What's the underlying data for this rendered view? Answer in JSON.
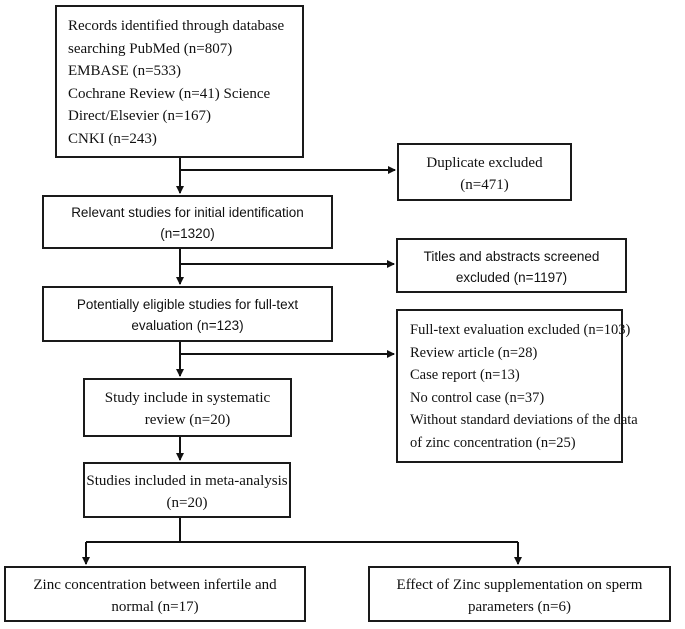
{
  "flowchart": {
    "records": {
      "lines": [
        "Records identified through database",
        "searching PubMed (n=807)",
        "EMBASE (n=533)",
        "Cochrane Review (n=41) Science",
        "Direct/Elsevier (n=167)",
        "CNKI (n=243)"
      ]
    },
    "duplicate": {
      "lines": [
        "Duplicate excluded",
        "(n=471)"
      ]
    },
    "relevant": {
      "lines": [
        "Relevant studies for initial identification",
        "(n=1320)"
      ]
    },
    "titles_excluded": {
      "lines": [
        "Titles and abstracts screened",
        "excluded (n=1197)"
      ]
    },
    "eligible": {
      "lines": [
        "Potentially eligible studies for full-text",
        "evaluation (n=123)"
      ]
    },
    "fulltext_excluded": {
      "lines": [
        "Full-text evaluation excluded (n=103)",
        "Review article (n=28)",
        "Case report (n=13)",
        "No control case (n=37)",
        "Without standard deviations of the data",
        "of zinc concentration (n=25)"
      ]
    },
    "systematic": {
      "lines": [
        "Study include in systematic",
        "review (n=20)"
      ]
    },
    "meta": {
      "lines": [
        "Studies included in meta-analysis",
        "(n=20)"
      ]
    },
    "infertile": {
      "lines": [
        "Zinc concentration between infertile and",
        "normal (n=17)"
      ]
    },
    "supplementation": {
      "lines": [
        "Effect of Zinc supplementation on sperm",
        "parameters (n=6)"
      ]
    }
  }
}
